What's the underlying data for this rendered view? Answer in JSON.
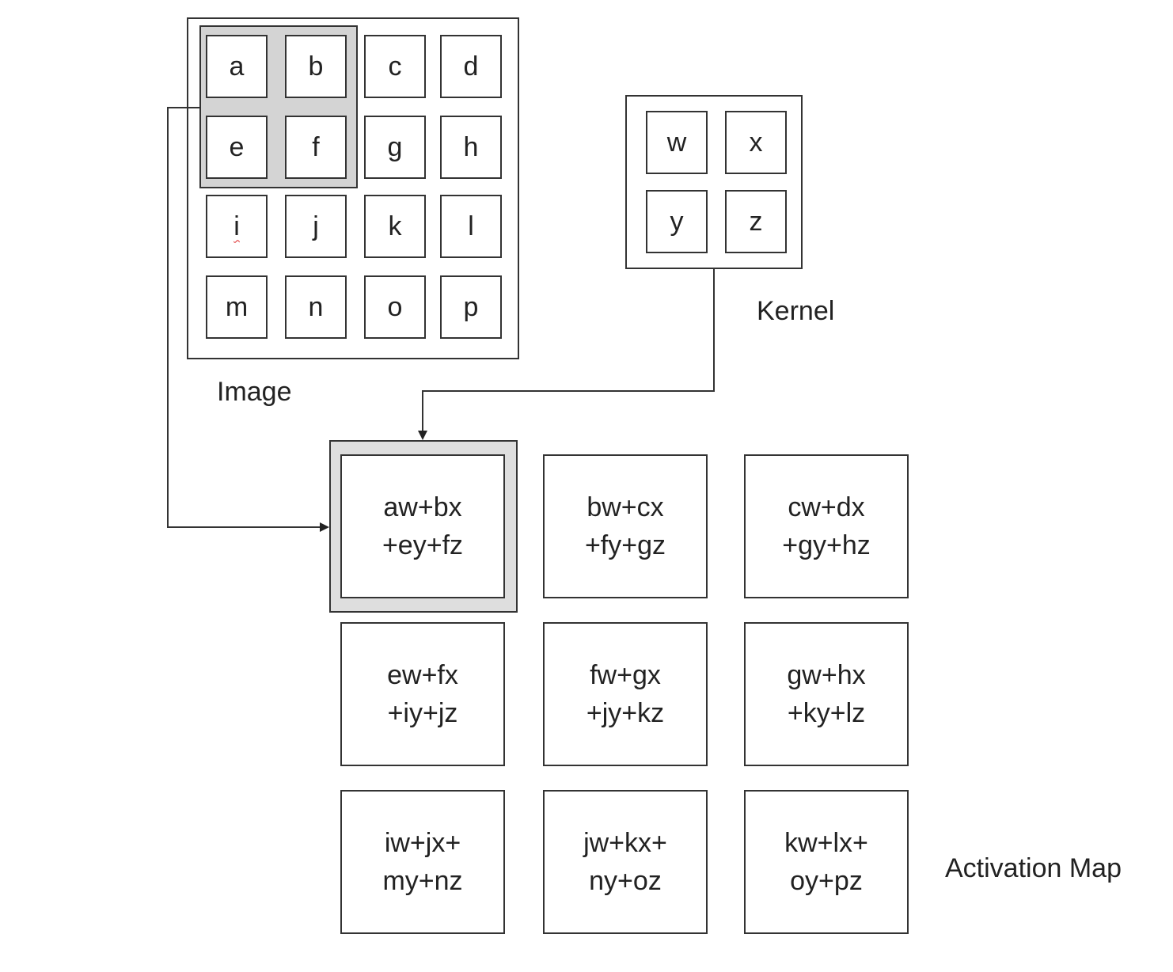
{
  "image": {
    "label": "Image",
    "cells": [
      "a",
      "b",
      "c",
      "d",
      "e",
      "f",
      "g",
      "h",
      "i",
      "j",
      "k",
      "l",
      "m",
      "n",
      "o",
      "p"
    ]
  },
  "kernel": {
    "label": "Kernel",
    "cells": [
      "w",
      "x",
      "y",
      "z"
    ]
  },
  "activation_map": {
    "label": "Activation Map",
    "cells": [
      "aw+bx\n+ey+fz",
      "bw+cx\n+fy+gz",
      "cw+dx\n+gy+hz",
      "ew+fx\n+iy+jz",
      "fw+gx\n+jy+kz",
      "gw+hx\n+ky+lz",
      "iw+jx+\nmy+nz",
      "jw+kx+\nny+oz",
      "kw+lx+\noy+pz"
    ]
  },
  "colors": {
    "highlight": "#d4d4d4",
    "stroke": "#333333"
  }
}
